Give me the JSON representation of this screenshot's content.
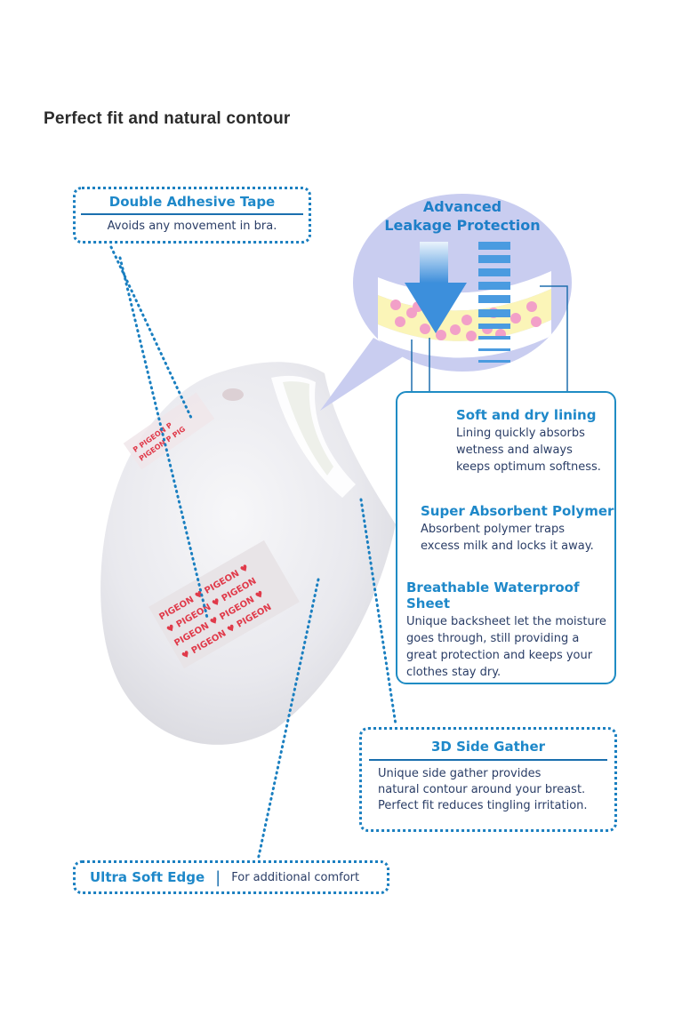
{
  "title": "Perfect fit and natural contour",
  "colors": {
    "accent_blue": "#1e88c9",
    "body_ink": "#2a3d66",
    "bubble_fill": "#c9cdf0",
    "polymer_yellow": "#fbf5b8",
    "polymer_pink": "#f2a0c8",
    "tape_red": "#e03a4a"
  },
  "callouts": {
    "double_adhesive_tape": {
      "heading": "Double Adhesive Tape",
      "body": "Avoids any movement in bra."
    },
    "advanced_leakage": {
      "line1": "Advanced",
      "line2": "Leakage Protection"
    },
    "layers_panel": {
      "soft_dry": {
        "heading": "Soft and dry lining",
        "body_lines": [
          "Lining quickly absorbs",
          "wetness and always",
          "keeps optimum softness."
        ]
      },
      "polymer": {
        "heading": "Super Absorbent Polymer",
        "body_lines": [
          "Absorbent polymer traps",
          "excess milk and locks it away."
        ]
      },
      "waterproof": {
        "heading": "Breathable Waterproof Sheet",
        "body_lines": [
          "Unique backsheet let the moisture",
          "goes through, still providing a",
          "great protection and keeps your",
          "clothes stay dry."
        ]
      }
    },
    "side_gather": {
      "heading": "3D Side Gather",
      "body_lines": [
        "Unique side gather provides",
        "natural contour around your breast.",
        "Perfect fit reduces tingling irritation."
      ]
    },
    "soft_edge": {
      "heading": "Ultra Soft Edge",
      "separator": "|",
      "body": "For additional comfort"
    }
  },
  "product": {
    "brand_print": "PIGEON"
  }
}
